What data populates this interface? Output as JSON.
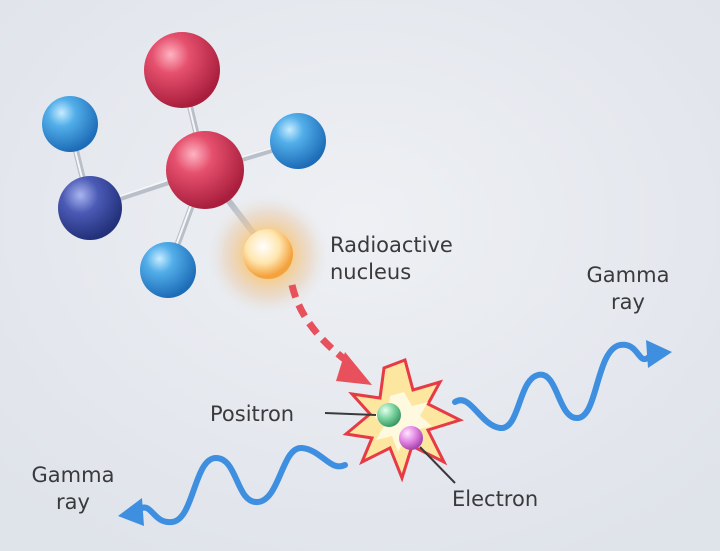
{
  "labels": {
    "radioactive_nucleus": [
      "Radioactive",
      "nucleus"
    ],
    "positron": "Positron",
    "electron": "Electron",
    "gamma_ray_right": [
      "Gamma",
      "ray"
    ],
    "gamma_ray_left": [
      "Gamma",
      "ray"
    ]
  },
  "colors": {
    "background": "#e6e9ee",
    "red_atom": "#d83a5a",
    "light_blue_atom": "#4ea6e2",
    "dark_blue_atom": "#3f4fa6",
    "nucleus_glow": "#f2a640",
    "wave": "#3f8fe0",
    "dashed_arrow": "#e8505c",
    "burst_fill": "#fde7a0",
    "burst_stroke": "#e73a45",
    "positron": "#6fcf97",
    "electron": "#e07fe0"
  }
}
